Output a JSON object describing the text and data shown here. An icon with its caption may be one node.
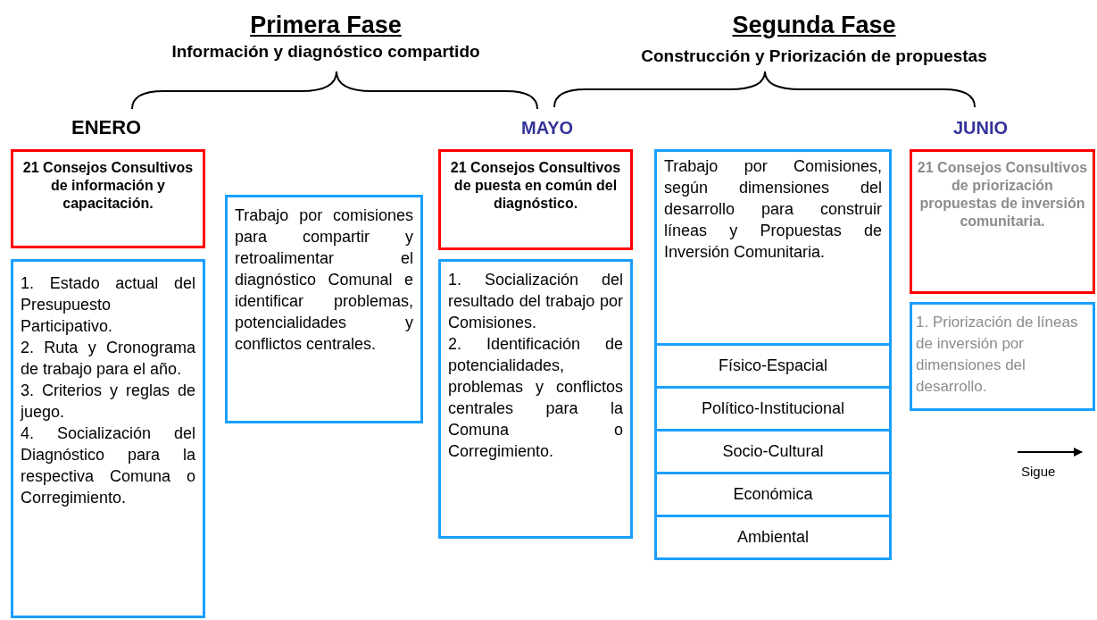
{
  "diagram": {
    "nodes": [
      {
        "text": [
          "21 Consejos Consultivos de información y capacitación."
        ]
      },
      {
        "text": [
          "1. Estado actual del Presupuesto Participativo.",
          "2. Ruta y Cronograma de trabajo para el año.",
          "3. Criterios y reglas de juego.",
          "4. Socialización del Diagnóstico para la respectiva Comuna o Corregimiento."
        ]
      },
      {
        "text": [
          "Trabajo por comisiones para compartir y retroalimentar el diagnóstico Comunal e identificar problemas, potencialidades y conflictos centrales."
        ]
      },
      {
        "text": [
          "21 Consejos Consultivos de puesta en común del diagnóstico."
        ]
      },
      {
        "text": [
          "1. Socialización del resultado del trabajo por Comisiones.",
          "2. Identificación de potencialidades, problemas y conflictos centrales para la Comuna o Corregimiento."
        ]
      },
      {
        "text": [
          "Trabajo por Comisiones, según dimensiones del desarrollo para construir líneas y Propuestas de Inversión Comunitaria."
        ]
      },
      {
        "text": [
          "Físico-Espacial"
        ]
      },
      {
        "text": [
          "Político-Institucional"
        ]
      },
      {
        "text": [
          "Socio-Cultural"
        ]
      },
      {
        "text": [
          "Económica"
        ]
      },
      {
        "text": [
          "Ambiental"
        ]
      },
      {
        "text": [
          "21 Consejos Consultivos de priorización propuestas de inversión comunitaria."
        ]
      },
      {
        "text": [
          "1. Priorización de líneas de inversión por dimensiones del desarrollo."
        ]
      }
    ],
    "labels": [
      "Primera Fase",
      "Información y diagnóstico compartido",
      "Segunda Fase",
      "Construcción y Priorización de propuestas",
      "ENERO",
      "MAYO",
      "JUNIO",
      "Sigue"
    ]
  }
}
